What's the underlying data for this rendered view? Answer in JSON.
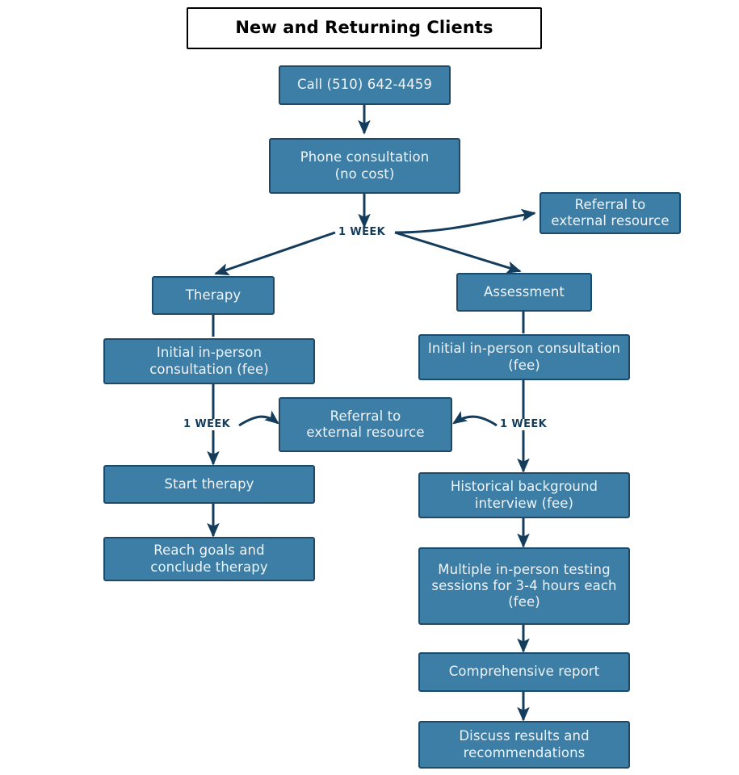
{
  "diagram": {
    "title": "New and Returning Clients",
    "colors": {
      "node_fill": "#3d7ea6",
      "node_border": "#1b4a6b",
      "node_text": "#eef4f8",
      "connector": "#143c5c",
      "title_border": "#000000",
      "title_text": "#000000",
      "background": "#ffffff"
    },
    "nodes": [
      {
        "id": "title",
        "label": "New and Returning Clients"
      },
      {
        "id": "call",
        "label": "Call (510) 642-4459"
      },
      {
        "id": "phone",
        "label": "Phone consultation\n(no cost)"
      },
      {
        "id": "referral_top",
        "label": "Referral to\nexternal resource"
      },
      {
        "id": "therapy",
        "label": "Therapy"
      },
      {
        "id": "assessment",
        "label": "Assessment"
      },
      {
        "id": "initial_left",
        "label": "Initial in-person\nconsultation (fee)"
      },
      {
        "id": "initial_right",
        "label": "Initial in-person consultation\n(fee)"
      },
      {
        "id": "referral_mid",
        "label": "Referral to\nexternal resource"
      },
      {
        "id": "start_therapy",
        "label": "Start therapy"
      },
      {
        "id": "reach_goals",
        "label": "Reach goals and\nconclude therapy"
      },
      {
        "id": "historical",
        "label": "Historical background\ninterview (fee)"
      },
      {
        "id": "testing",
        "label": "Multiple in-person testing\nsessions for 3-4 hours each\n(fee)"
      },
      {
        "id": "report",
        "label": "Comprehensive report"
      },
      {
        "id": "discuss",
        "label": "Discuss results and\nrecommendations"
      }
    ],
    "edge_labels": [
      {
        "id": "week_top",
        "label": "1 WEEK"
      },
      {
        "id": "week_left",
        "label": "1 WEEK"
      },
      {
        "id": "week_right",
        "label": "1 WEEK"
      }
    ]
  }
}
